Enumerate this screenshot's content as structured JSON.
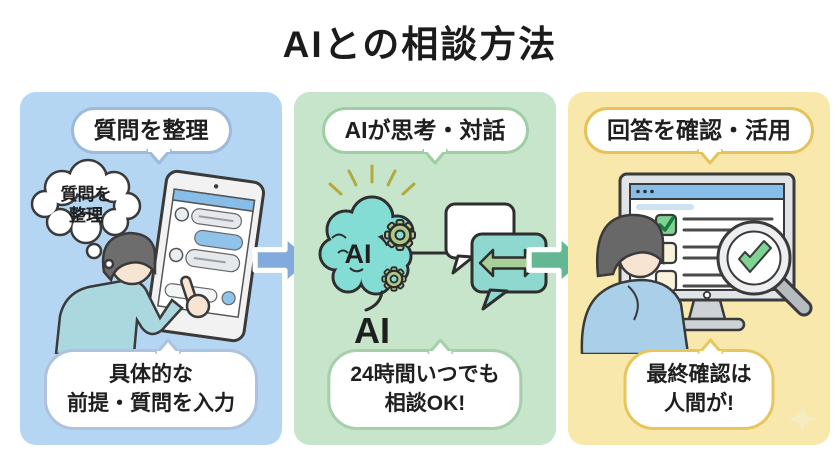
{
  "title": "AIとの相談方法",
  "steps": [
    {
      "header": "質問を整理",
      "thought": {
        "line1": "質問を",
        "line2": "整理"
      },
      "note": {
        "line1": "具体的な",
        "line2": "前提・質問を入力"
      }
    },
    {
      "header": "AIが思考・対話",
      "brain_label": "AI",
      "caption": "AI",
      "note": {
        "line1": "24時間いつでも",
        "line2": "相談OK!"
      }
    },
    {
      "header": "回答を確認・活用",
      "note": {
        "line1": "最終確認は",
        "line2": "人間が!"
      }
    }
  ],
  "icons": {
    "between_step1_2": "arrow-right-icon",
    "between_step2_3": "arrow-right-icon",
    "step1": [
      "thought-cloud-icon",
      "person-icon",
      "tablet-chat-icon",
      "pointing-hand-icon"
    ],
    "step2": [
      "sparks-icon",
      "brain-icon",
      "gear-icon",
      "chat-bubbles-icon",
      "double-arrow-icon"
    ],
    "step3": [
      "monitor-checklist-icon",
      "magnifier-check-icon",
      "person-icon",
      "sparkle-icon"
    ]
  },
  "colors": {
    "background": "#ffffff",
    "text": "#1b1b1b",
    "panel_blue": "#b5d6f2",
    "panel_green": "#c6e5ca",
    "panel_yellow": "#f9e8ac",
    "callout_border_blue": "#9db9dc",
    "callout_border_green": "#9ecfa4",
    "callout_border_yellow": "#e6c258",
    "arrow_blue": "#82aadd",
    "arrow_green": "#63b893",
    "brain_teal": "#84ddd5",
    "gear_green": "#aec887",
    "bubble_teal": "#8fd8d0",
    "double_arrow_green": "#a8cf97",
    "check_green": "#7ed292",
    "monitor_header_blue": "#86bde9",
    "shirt_blue": "#a9cfe9"
  }
}
